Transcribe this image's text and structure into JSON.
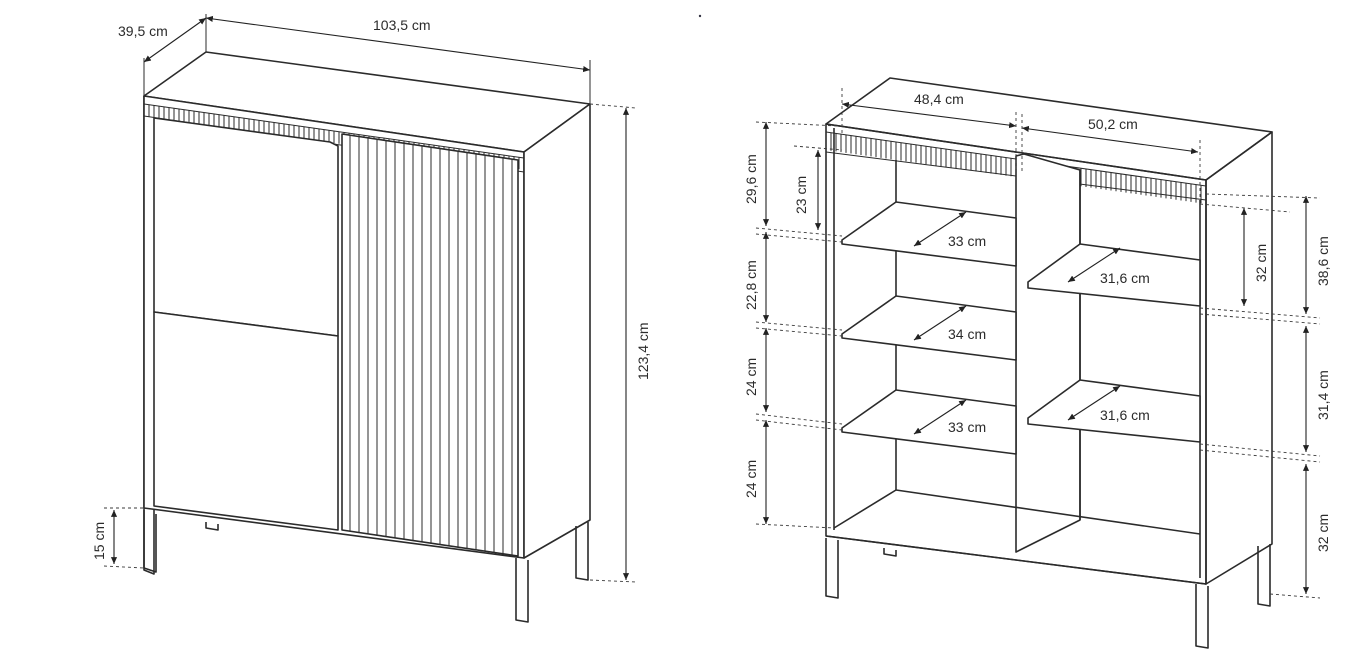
{
  "left_view": {
    "depth": "39,5 cm",
    "width": "103,5 cm",
    "height": "123,4 cm",
    "leg_height": "15 cm"
  },
  "right_view": {
    "left_width": "48,4 cm",
    "right_width": "50,2 cm",
    "left_heights": [
      "29,6 cm",
      "22,8 cm",
      "24 cm",
      "24 cm"
    ],
    "inner_left_top": "23 cm",
    "shelf_depths_left": [
      "33 cm",
      "34 cm",
      "33 cm"
    ],
    "shelf_depths_right": [
      "31,6 cm",
      "31,6 cm"
    ],
    "inner_right_top": "32 cm",
    "right_heights": [
      "38,6 cm",
      "31,4 cm",
      "32 cm"
    ]
  }
}
